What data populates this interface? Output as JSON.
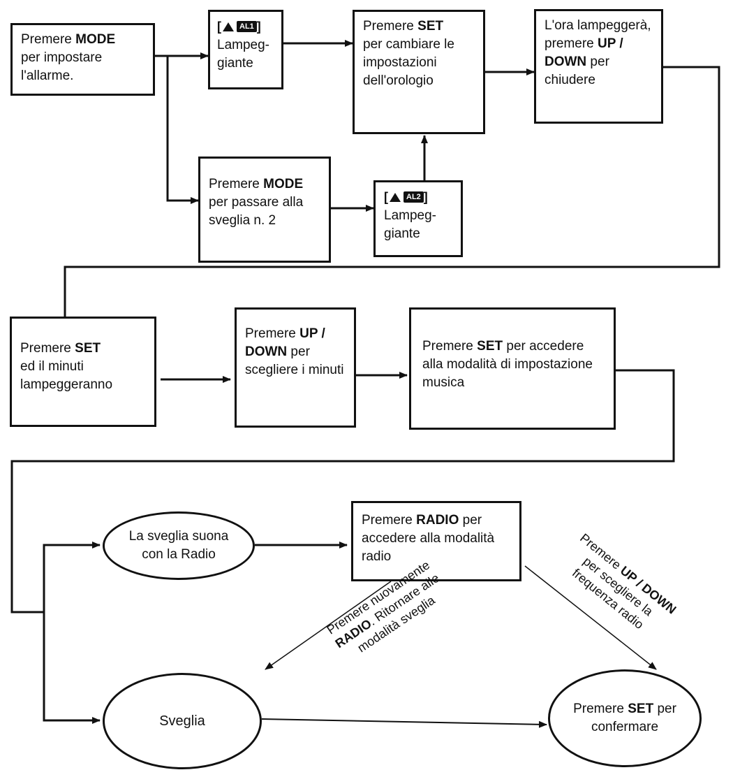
{
  "nodes": {
    "n1": {
      "pre": "Premere ",
      "bold": "MODE",
      "post": "per impostare l'allarme."
    },
    "n2": {
      "badge_open": "[",
      "badge_label": "AL1",
      "badge_close": "]",
      "text": "Lampeg-giante"
    },
    "n3": {
      "pre": "Premere ",
      "bold": "SET",
      "post": "per cambiare le impostazioni dell'orologio"
    },
    "n4": {
      "pre": "L'ora lampeggerà, premere ",
      "bold": "UP / DOWN",
      "post": " per chiudere"
    },
    "n5": {
      "pre": "Premere ",
      "bold": "MODE",
      "post": "per passare alla sveglia n. 2"
    },
    "n6": {
      "badge_open": "[",
      "badge_label": "AL2",
      "badge_close": "]",
      "text": "Lampeg-giante"
    },
    "n7": {
      "pre": "Premere ",
      "bold": "SET",
      "post": "ed il minuti lampeggeranno"
    },
    "n8": {
      "pre": "Premere ",
      "bold": "UP / DOWN",
      "post": " per scegliere i minuti"
    },
    "n9": {
      "pre": "Premere ",
      "bold": "SET",
      "post": " per accedere alla modalità di impostazione musica"
    },
    "e1": {
      "text": "La sveglia suona con la Radio"
    },
    "n10": {
      "pre": "Premere ",
      "bold": "RADIO",
      "post": " per accedere alla modalità radio"
    },
    "e2": {
      "text": "Sveglia"
    },
    "e3": {
      "pre": "Premere ",
      "bold": "SET",
      "post": " per confermare"
    }
  },
  "labels": {
    "radio_return": {
      "line1": "Premere nuovamente",
      "line2_bold": "RADIO",
      "line2": ". Ritornare alle",
      "line3": "modalità sveglia"
    },
    "updown_freq": {
      "line1_pre": "Premere ",
      "line1_bold": "UP / DOWN",
      "line2": "per scegliere la",
      "line3": "frequenza radio"
    }
  }
}
